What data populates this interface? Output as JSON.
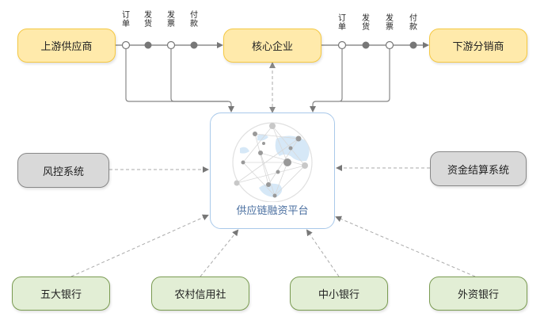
{
  "nodes": {
    "upstream": "上游供应商",
    "core": "核心企业",
    "downstream": "下游分销商",
    "risk": "风控系统",
    "settlement": "资金结算系统",
    "platform": "供应链融资平台",
    "bank_big5": "五大银行",
    "rural_credit": "农村信用社",
    "small_bank": "中小银行",
    "foreign_bank": "外资银行"
  },
  "flow_left": {
    "labels": [
      "订单",
      "发货",
      "发票",
      "付款"
    ]
  },
  "flow_right": {
    "labels": [
      "订单",
      "发货",
      "发票",
      "付款"
    ]
  },
  "colors": {
    "yellow_fill": "#ffeaab",
    "yellow_border": "#f5c842",
    "gray_fill": "#d9d9d9",
    "green_fill": "#e2eed5",
    "green_border": "#7a9b52",
    "platform_border": "#a9c9ea",
    "platform_text": "#4a6fa0",
    "globe_blue": "#d6e8f7"
  }
}
